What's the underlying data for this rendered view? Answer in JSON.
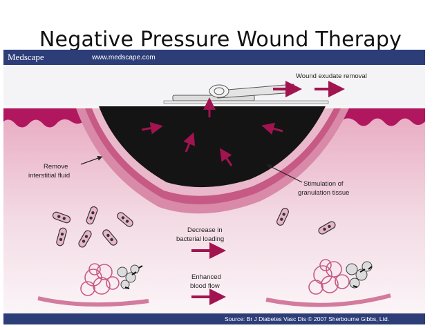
{
  "slide": {
    "title": "Negative Pressure Wound Therapy"
  },
  "figure": {
    "header": {
      "brand": "Medscape",
      "url": "www.medscape.com"
    },
    "labels": {
      "exudate": "Wound exudate removal",
      "remove_fluid_1": "Remove",
      "remove_fluid_2": "interstitial fluid",
      "granulation_1": "Stimulation of",
      "granulation_2": "granulation tissue",
      "bacterial_1": "Decrease in",
      "bacterial_2": "bacterial loading",
      "blood_1": "Enhanced",
      "blood_2": "blood flow"
    },
    "source": "Source: Br J Diabetes Vasc Dis © 2007 Sherbourne Gibbs, Ltd.",
    "colors": {
      "header": "#2c3d78",
      "magenta": "#b0175f",
      "skin": "#f0c3d3",
      "wound": "#141414",
      "arrow": "#a1144f"
    }
  }
}
